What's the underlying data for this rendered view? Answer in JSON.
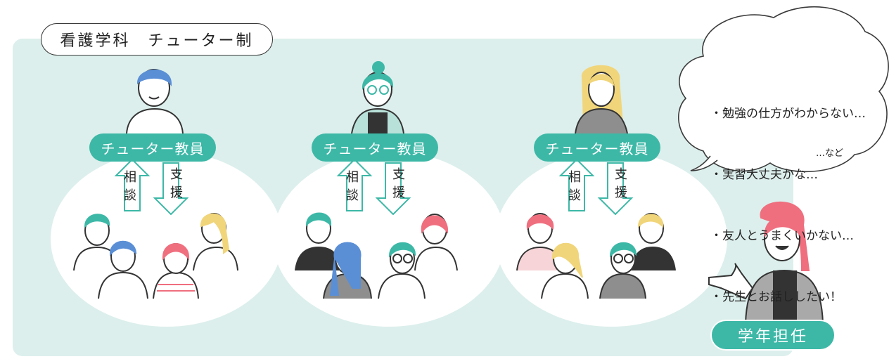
{
  "title": "看護学科　チューター制",
  "groups": [
    {
      "label": "チューター教員",
      "consult": "相談",
      "support": "支援"
    },
    {
      "label": "チューター教員",
      "consult": "相談",
      "support": "支援"
    },
    {
      "label": "チューター教員",
      "consult": "相談",
      "support": "支援"
    }
  ],
  "bubble": {
    "lines": [
      "・勉強の仕方がわからない…",
      "・実習大丈夫かな…",
      "・友人とうまくいかない…",
      "・先生とお話ししたい！"
    ],
    "suffix": "…など"
  },
  "grade_label": "学年担任",
  "colors": {
    "teal": "#3db8a7",
    "panel": "#dcefec",
    "blue": "#5a8fd6",
    "pink": "#ef6f7f",
    "yellow": "#f1d57a",
    "gray": "#8e8e8e"
  }
}
